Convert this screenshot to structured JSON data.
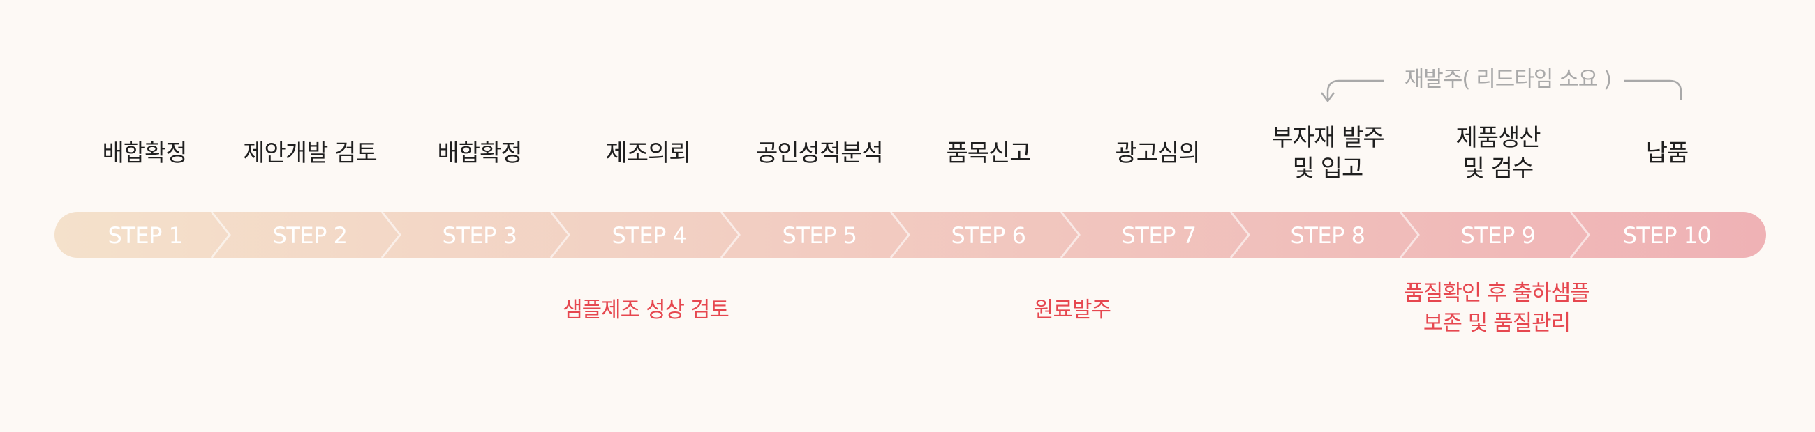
{
  "steps": [
    {
      "badge": "STEP 1",
      "title": "배합확정"
    },
    {
      "badge": "STEP 2",
      "title": "제안개발 검토"
    },
    {
      "badge": "STEP 3",
      "title": "배합확정"
    },
    {
      "badge": "STEP 4",
      "title": "제조의뢰"
    },
    {
      "badge": "STEP 5",
      "title": "공인성적분석"
    },
    {
      "badge": "STEP 6",
      "title": "품목신고"
    },
    {
      "badge": "STEP 7",
      "title": "광고심의"
    },
    {
      "badge": "STEP 8",
      "title": "부자재 발주\n및 입고"
    },
    {
      "badge": "STEP 9",
      "title": "제품생산\n및 검수"
    },
    {
      "badge": "STEP 10",
      "title": "납품"
    }
  ],
  "notes": {
    "sample": "샘플제조 성상 검토",
    "material": "원료발주",
    "quality": "품질확인 후 출하샘플\n보존 및 품질관리"
  },
  "reorder": {
    "label": "재발주( 리드타임 소요 )"
  },
  "colors": {
    "bar_start": "#f4e1cb",
    "bar_end": "#efb2b5",
    "note": "#e6474f",
    "muted": "#a9a9a9"
  }
}
